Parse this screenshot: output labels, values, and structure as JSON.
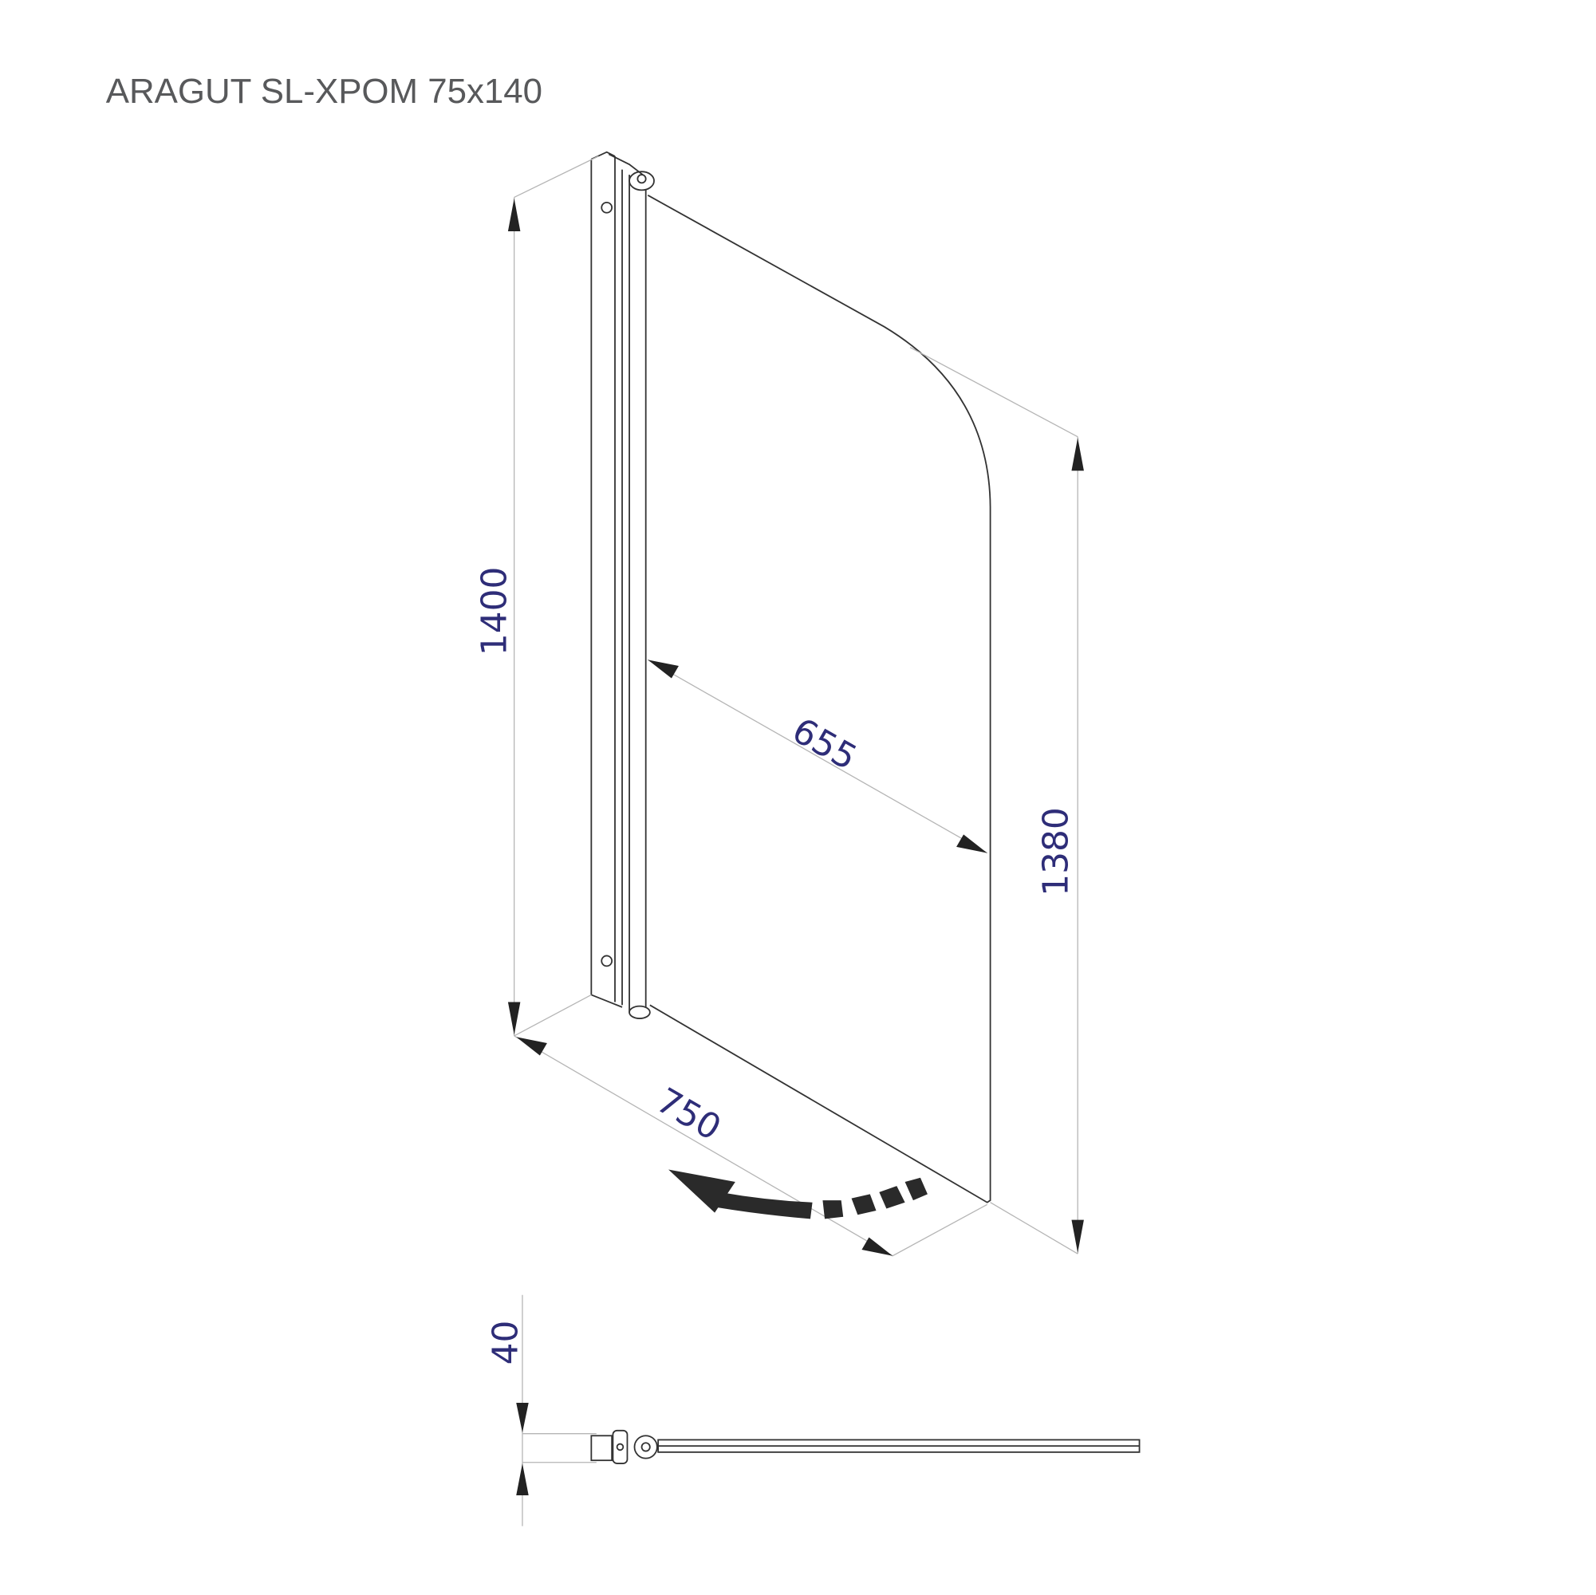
{
  "title": "ARAGUT SL-XPOM  75x140",
  "dimensions": {
    "height_total": "1400",
    "height_glass": "1380",
    "glass_width": "655",
    "total_width": "750",
    "profile_depth": "40"
  },
  "colors": {
    "dimension_text": "#2e2d78",
    "title_text": "#58595b",
    "lines": "#333333"
  }
}
